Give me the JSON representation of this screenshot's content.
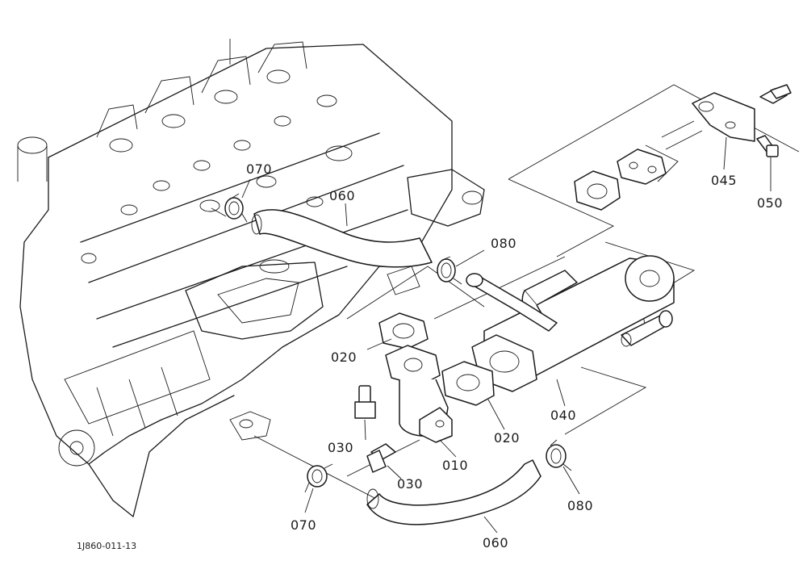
{
  "diagram_code": "1J860-011-13",
  "callouts": [
    {
      "id": "callout-070-top",
      "text": "070"
    },
    {
      "id": "callout-060-top",
      "text": "060"
    },
    {
      "id": "callout-080-top",
      "text": "080"
    },
    {
      "id": "callout-045",
      "text": "045"
    },
    {
      "id": "callout-050",
      "text": "050"
    },
    {
      "id": "callout-020-left",
      "text": "020"
    },
    {
      "id": "callout-040",
      "text": "040"
    },
    {
      "id": "callout-020-right",
      "text": "020"
    },
    {
      "id": "callout-030-upper",
      "text": "030"
    },
    {
      "id": "callout-010",
      "text": "010"
    },
    {
      "id": "callout-030-lower",
      "text": "030"
    },
    {
      "id": "callout-070-bottom",
      "text": "070"
    },
    {
      "id": "callout-080-bottom",
      "text": "080"
    },
    {
      "id": "callout-060-bottom",
      "text": "060"
    }
  ]
}
